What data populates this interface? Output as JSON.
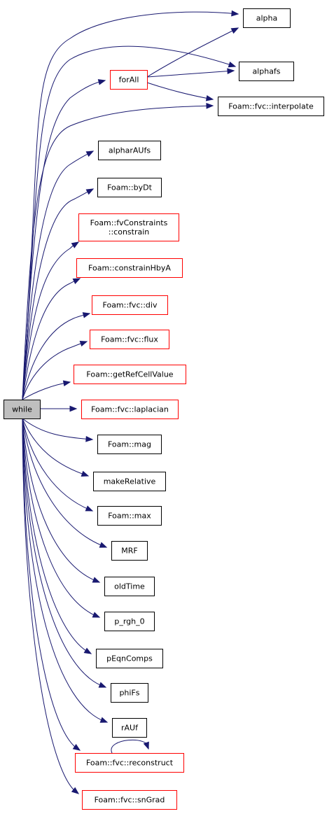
{
  "colors": {
    "edge": "#191970",
    "root_fill": "#bfbfbf",
    "normal_border": "#000000",
    "red_border": "#ff0000",
    "node_fill": "#ffffff"
  },
  "graph": {
    "root": {
      "id": "while",
      "lines": [
        "while"
      ]
    },
    "nodes": [
      {
        "id": "alpha",
        "lines": [
          "alpha"
        ],
        "border": "black"
      },
      {
        "id": "forAll",
        "lines": [
          "forAll"
        ],
        "border": "red"
      },
      {
        "id": "alphafs",
        "lines": [
          "alphafs"
        ],
        "border": "black"
      },
      {
        "id": "fvc-interpolate",
        "lines": [
          "Foam::fvc::interpolate"
        ],
        "border": "black"
      },
      {
        "id": "alpharAUfs",
        "lines": [
          "alpharAUfs"
        ],
        "border": "black"
      },
      {
        "id": "byDt",
        "lines": [
          "Foam::byDt"
        ],
        "border": "black"
      },
      {
        "id": "fvConstraints-constrain",
        "lines": [
          "Foam::fvConstraints",
          "::constrain"
        ],
        "border": "red"
      },
      {
        "id": "constrainHbyA",
        "lines": [
          "Foam::constrainHbyA"
        ],
        "border": "red"
      },
      {
        "id": "fvc-div",
        "lines": [
          "Foam::fvc::div"
        ],
        "border": "red"
      },
      {
        "id": "fvc-flux",
        "lines": [
          "Foam::fvc::flux"
        ],
        "border": "red"
      },
      {
        "id": "getRefCellValue",
        "lines": [
          "Foam::getRefCellValue"
        ],
        "border": "red"
      },
      {
        "id": "fvc-laplacian",
        "lines": [
          "Foam::fvc::laplacian"
        ],
        "border": "red"
      },
      {
        "id": "mag",
        "lines": [
          "Foam::mag"
        ],
        "border": "black"
      },
      {
        "id": "makeRelative",
        "lines": [
          "makeRelative"
        ],
        "border": "black"
      },
      {
        "id": "max",
        "lines": [
          "Foam::max"
        ],
        "border": "black"
      },
      {
        "id": "MRF",
        "lines": [
          "MRF"
        ],
        "border": "black"
      },
      {
        "id": "oldTime",
        "lines": [
          "oldTime"
        ],
        "border": "black"
      },
      {
        "id": "p_rgh_0",
        "lines": [
          "p_rgh_0"
        ],
        "border": "black"
      },
      {
        "id": "pEqnComps",
        "lines": [
          "pEqnComps"
        ],
        "border": "black"
      },
      {
        "id": "phiFs",
        "lines": [
          "phiFs"
        ],
        "border": "black"
      },
      {
        "id": "rAUf",
        "lines": [
          "rAUf"
        ],
        "border": "black"
      },
      {
        "id": "fvc-reconstruct",
        "lines": [
          "Foam::fvc::reconstruct"
        ],
        "border": "red"
      },
      {
        "id": "fvc-snGrad",
        "lines": [
          "Foam::fvc::snGrad"
        ],
        "border": "red"
      }
    ],
    "edges": [
      {
        "from": "while",
        "to": "alpha"
      },
      {
        "from": "while",
        "to": "forAll"
      },
      {
        "from": "while",
        "to": "alphafs"
      },
      {
        "from": "while",
        "to": "fvc-interpolate"
      },
      {
        "from": "forAll",
        "to": "alpha"
      },
      {
        "from": "forAll",
        "to": "alphafs"
      },
      {
        "from": "forAll",
        "to": "fvc-interpolate"
      },
      {
        "from": "while",
        "to": "alpharAUfs"
      },
      {
        "from": "while",
        "to": "byDt"
      },
      {
        "from": "while",
        "to": "fvConstraints-constrain"
      },
      {
        "from": "while",
        "to": "constrainHbyA"
      },
      {
        "from": "while",
        "to": "fvc-div"
      },
      {
        "from": "while",
        "to": "fvc-flux"
      },
      {
        "from": "while",
        "to": "getRefCellValue"
      },
      {
        "from": "while",
        "to": "fvc-laplacian"
      },
      {
        "from": "while",
        "to": "mag"
      },
      {
        "from": "while",
        "to": "makeRelative"
      },
      {
        "from": "while",
        "to": "max"
      },
      {
        "from": "while",
        "to": "MRF"
      },
      {
        "from": "while",
        "to": "oldTime"
      },
      {
        "from": "while",
        "to": "p_rgh_0"
      },
      {
        "from": "while",
        "to": "pEqnComps"
      },
      {
        "from": "while",
        "to": "phiFs"
      },
      {
        "from": "while",
        "to": "rAUf"
      },
      {
        "from": "while",
        "to": "fvc-reconstruct"
      },
      {
        "from": "fvc-reconstruct",
        "to": "fvc-reconstruct"
      },
      {
        "from": "while",
        "to": "fvc-snGrad"
      }
    ]
  }
}
